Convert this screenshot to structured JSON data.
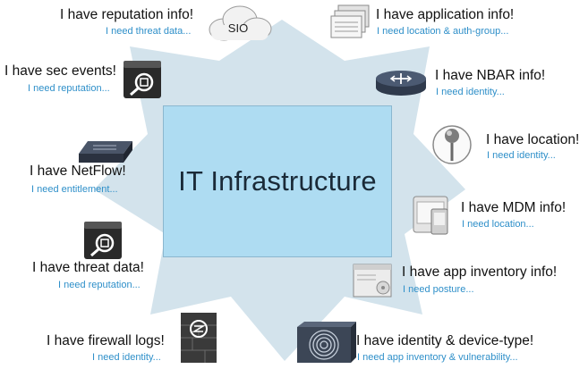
{
  "center": {
    "label": "IT Infrastructure"
  },
  "nodes": {
    "reputation": {
      "title": "I have reputation info!",
      "sub": "I need threat data...",
      "icon_text": "SIO"
    },
    "application": {
      "title": "I have application info!",
      "sub": "I need location & auth-group..."
    },
    "sec_events": {
      "title": "I have sec events!",
      "sub": "I need reputation..."
    },
    "nbar": {
      "title": "I have NBAR info!",
      "sub": "I need identity..."
    },
    "location": {
      "title": "I have location!",
      "sub": "I need identity..."
    },
    "netflow": {
      "title": "I have NetFlow!",
      "sub": "I need entitlement..."
    },
    "mdm": {
      "title": "I have MDM info!",
      "sub": "I need location..."
    },
    "threat": {
      "title": "I have threat data!",
      "sub": "I need reputation..."
    },
    "app_inventory": {
      "title": "I have app inventory info!",
      "sub": "I need posture..."
    },
    "firewall": {
      "title": "I have firewall logs!",
      "sub": "I need identity..."
    },
    "identity": {
      "title": "I have identity & device-type!",
      "sub": "I need app inventory & vulnerability..."
    }
  },
  "colors": {
    "star": "#d3e3ec",
    "box": "#aedcf2",
    "title": "#111111",
    "sub": "#2e8fc9"
  }
}
